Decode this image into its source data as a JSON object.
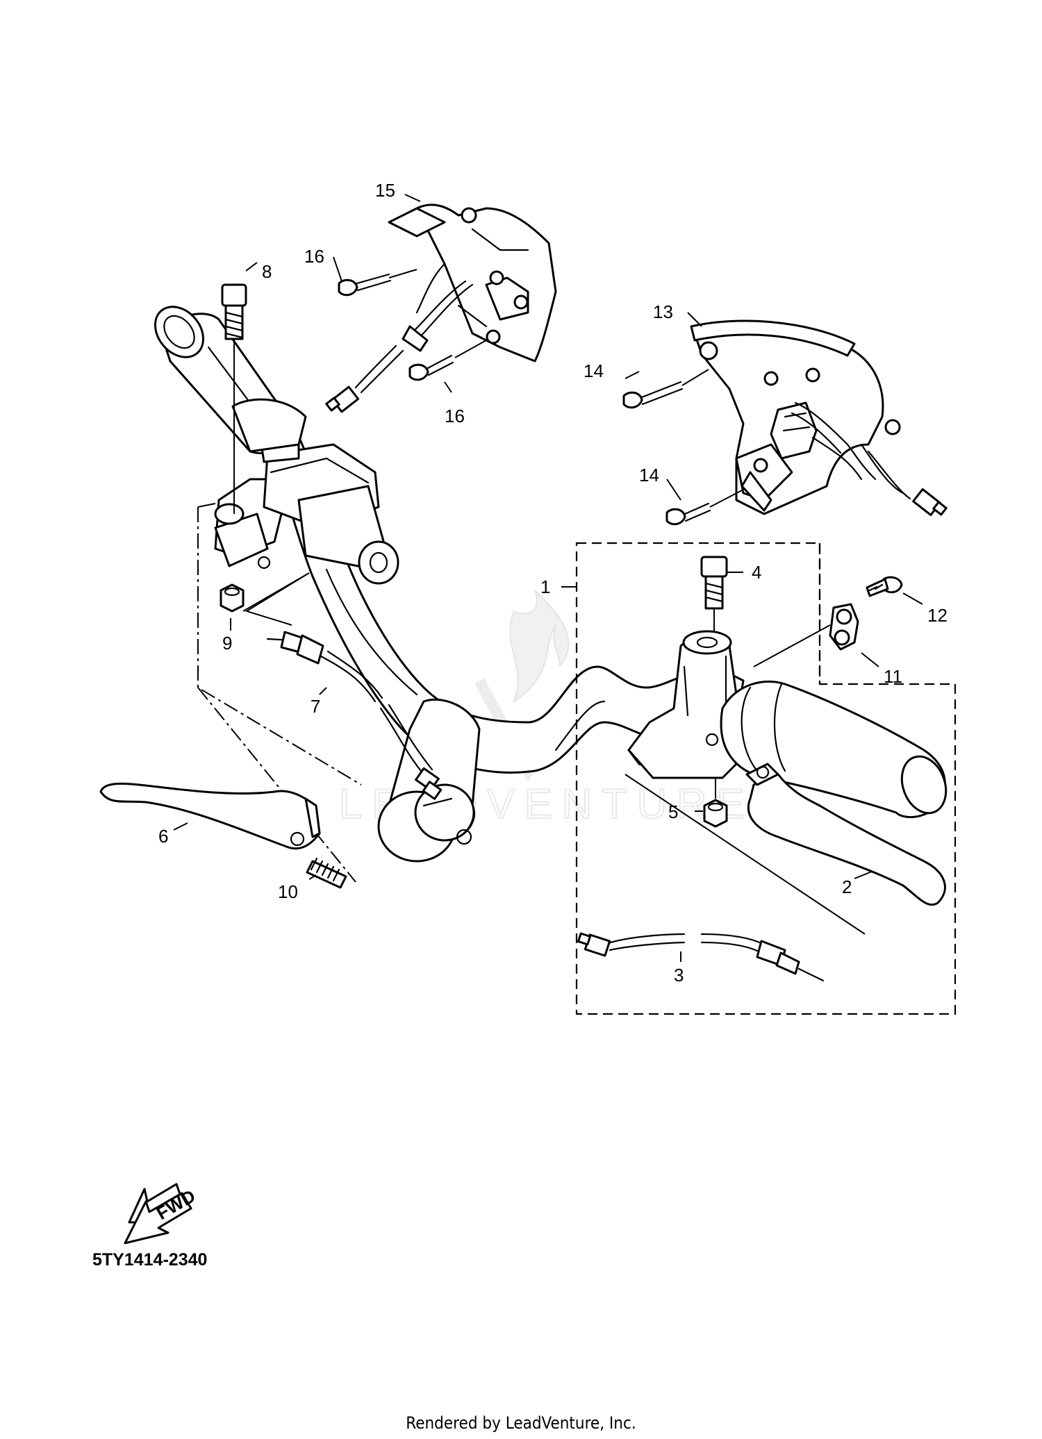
{
  "diagram": {
    "callouts": [
      "1",
      "2",
      "3",
      "4",
      "5",
      "6",
      "7",
      "8",
      "9",
      "10",
      "11",
      "12",
      "13",
      "14",
      "14",
      "15",
      "16",
      "16"
    ],
    "fwd_label": "FWD",
    "diagram_code": "5TY1414-2340",
    "watermark": "LEADVENTURE",
    "footer": "Rendered by LeadVenture, Inc."
  }
}
